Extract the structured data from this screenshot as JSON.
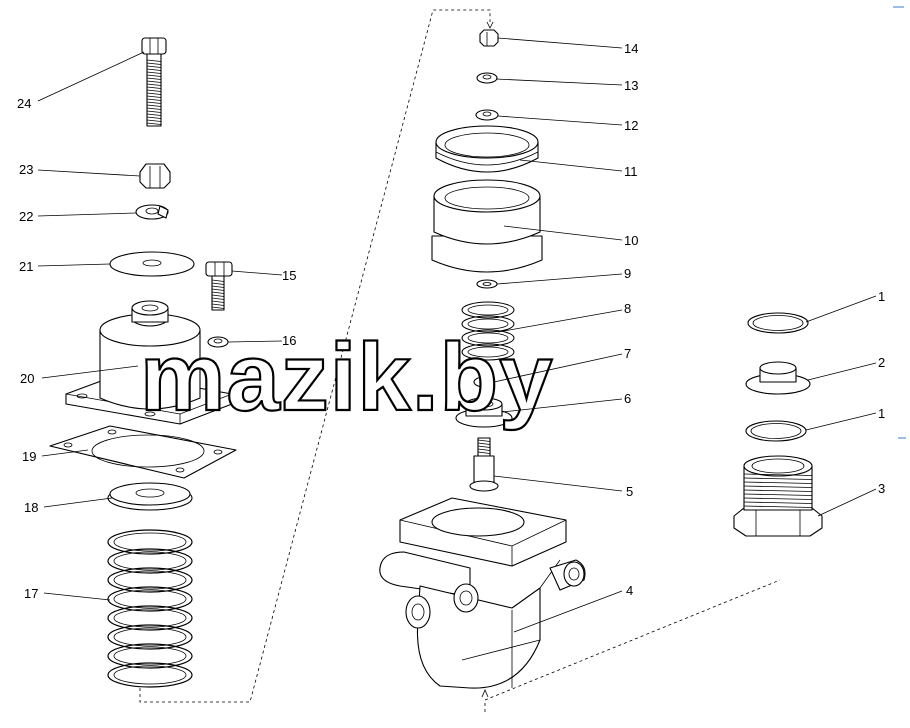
{
  "diagram": {
    "watermark": "mazik.by",
    "callouts": [
      {
        "id": "24",
        "label": "24"
      },
      {
        "id": "23",
        "label": "23"
      },
      {
        "id": "22",
        "label": "22"
      },
      {
        "id": "21",
        "label": "21"
      },
      {
        "id": "15",
        "label": "15"
      },
      {
        "id": "16",
        "label": "16"
      },
      {
        "id": "20",
        "label": "20"
      },
      {
        "id": "19",
        "label": "19"
      },
      {
        "id": "18",
        "label": "18"
      },
      {
        "id": "17",
        "label": "17"
      },
      {
        "id": "14",
        "label": "14"
      },
      {
        "id": "13",
        "label": "13"
      },
      {
        "id": "12",
        "label": "12"
      },
      {
        "id": "11",
        "label": "11"
      },
      {
        "id": "10",
        "label": "10"
      },
      {
        "id": "9",
        "label": "9"
      },
      {
        "id": "8",
        "label": "8"
      },
      {
        "id": "7",
        "label": "7"
      },
      {
        "id": "6",
        "label": "6"
      },
      {
        "id": "5",
        "label": "5"
      },
      {
        "id": "4",
        "label": "4"
      },
      {
        "id": "1a",
        "label": "1"
      },
      {
        "id": "2",
        "label": "2"
      },
      {
        "id": "1b",
        "label": "1"
      },
      {
        "id": "3",
        "label": "3"
      }
    ]
  }
}
